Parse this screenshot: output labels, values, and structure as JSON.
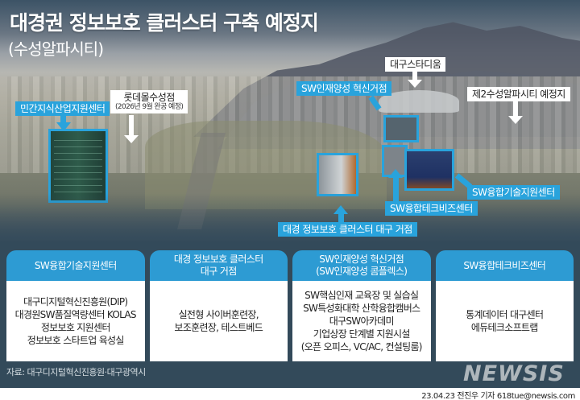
{
  "header": {
    "title": "대경권 정보보호 클러스터 구축 예정지",
    "subtitle": "(수성알파시티)"
  },
  "map_labels": {
    "minkan": "민간지식산업지원센터",
    "lotte": "롯데몰수성점",
    "lotte_sub": "(2026년 9월 완공 예정)",
    "stadium": "대구스타디움",
    "sw_talent": "SW인재양성 혁신거점",
    "second_alpha": "제2수성알파시티 예정지",
    "sw_tech_support": "SW융합기술지원센터",
    "sw_techbiz": "SW융합테크비즈센터",
    "cluster_daegu": "대경 정보보호 클러스터 대구 거점"
  },
  "cards": [
    {
      "head": [
        "SW융합기술지원센터"
      ],
      "body": [
        "대구디지털혁신진흥원(DIP)",
        "대경원SW품질역량센터 KOLAS",
        "정보보호 지원센터",
        "정보보호 스타트업 육성실"
      ]
    },
    {
      "head": [
        "대경 정보보호 클러스터",
        "대구 거점"
      ],
      "body": [
        "실전형 사이버훈련장,",
        "보조훈련장, 테스트베드"
      ]
    },
    {
      "head": [
        "SW인재양성 혁신거점",
        "(SW인재양성 콤플렉스)"
      ],
      "body": [
        "SW핵심인재 교육장 및 실습실",
        "SW특성화대학 산학융합캠버스",
        "대구SW아카데미",
        "기업상장 단계별 지원시설",
        "(오픈 오피스, VC/AC, 컨설팅룸)"
      ]
    },
    {
      "head": [
        "SW융합테크비즈센터"
      ],
      "body": [
        "통계데이터 대구센터",
        "에듀테크소프트랩"
      ]
    }
  ],
  "footer": {
    "source": "자료: 대구디지털혁신진흥원·대구광역시",
    "logo": "NEWSIS",
    "credit": "23.04.23 전진우 기자 618tue@newsis.com"
  },
  "colors": {
    "accent_blue": "#29a3dc",
    "card_head_blue": "#2d9bd3",
    "background_navy": "#334a5a"
  }
}
